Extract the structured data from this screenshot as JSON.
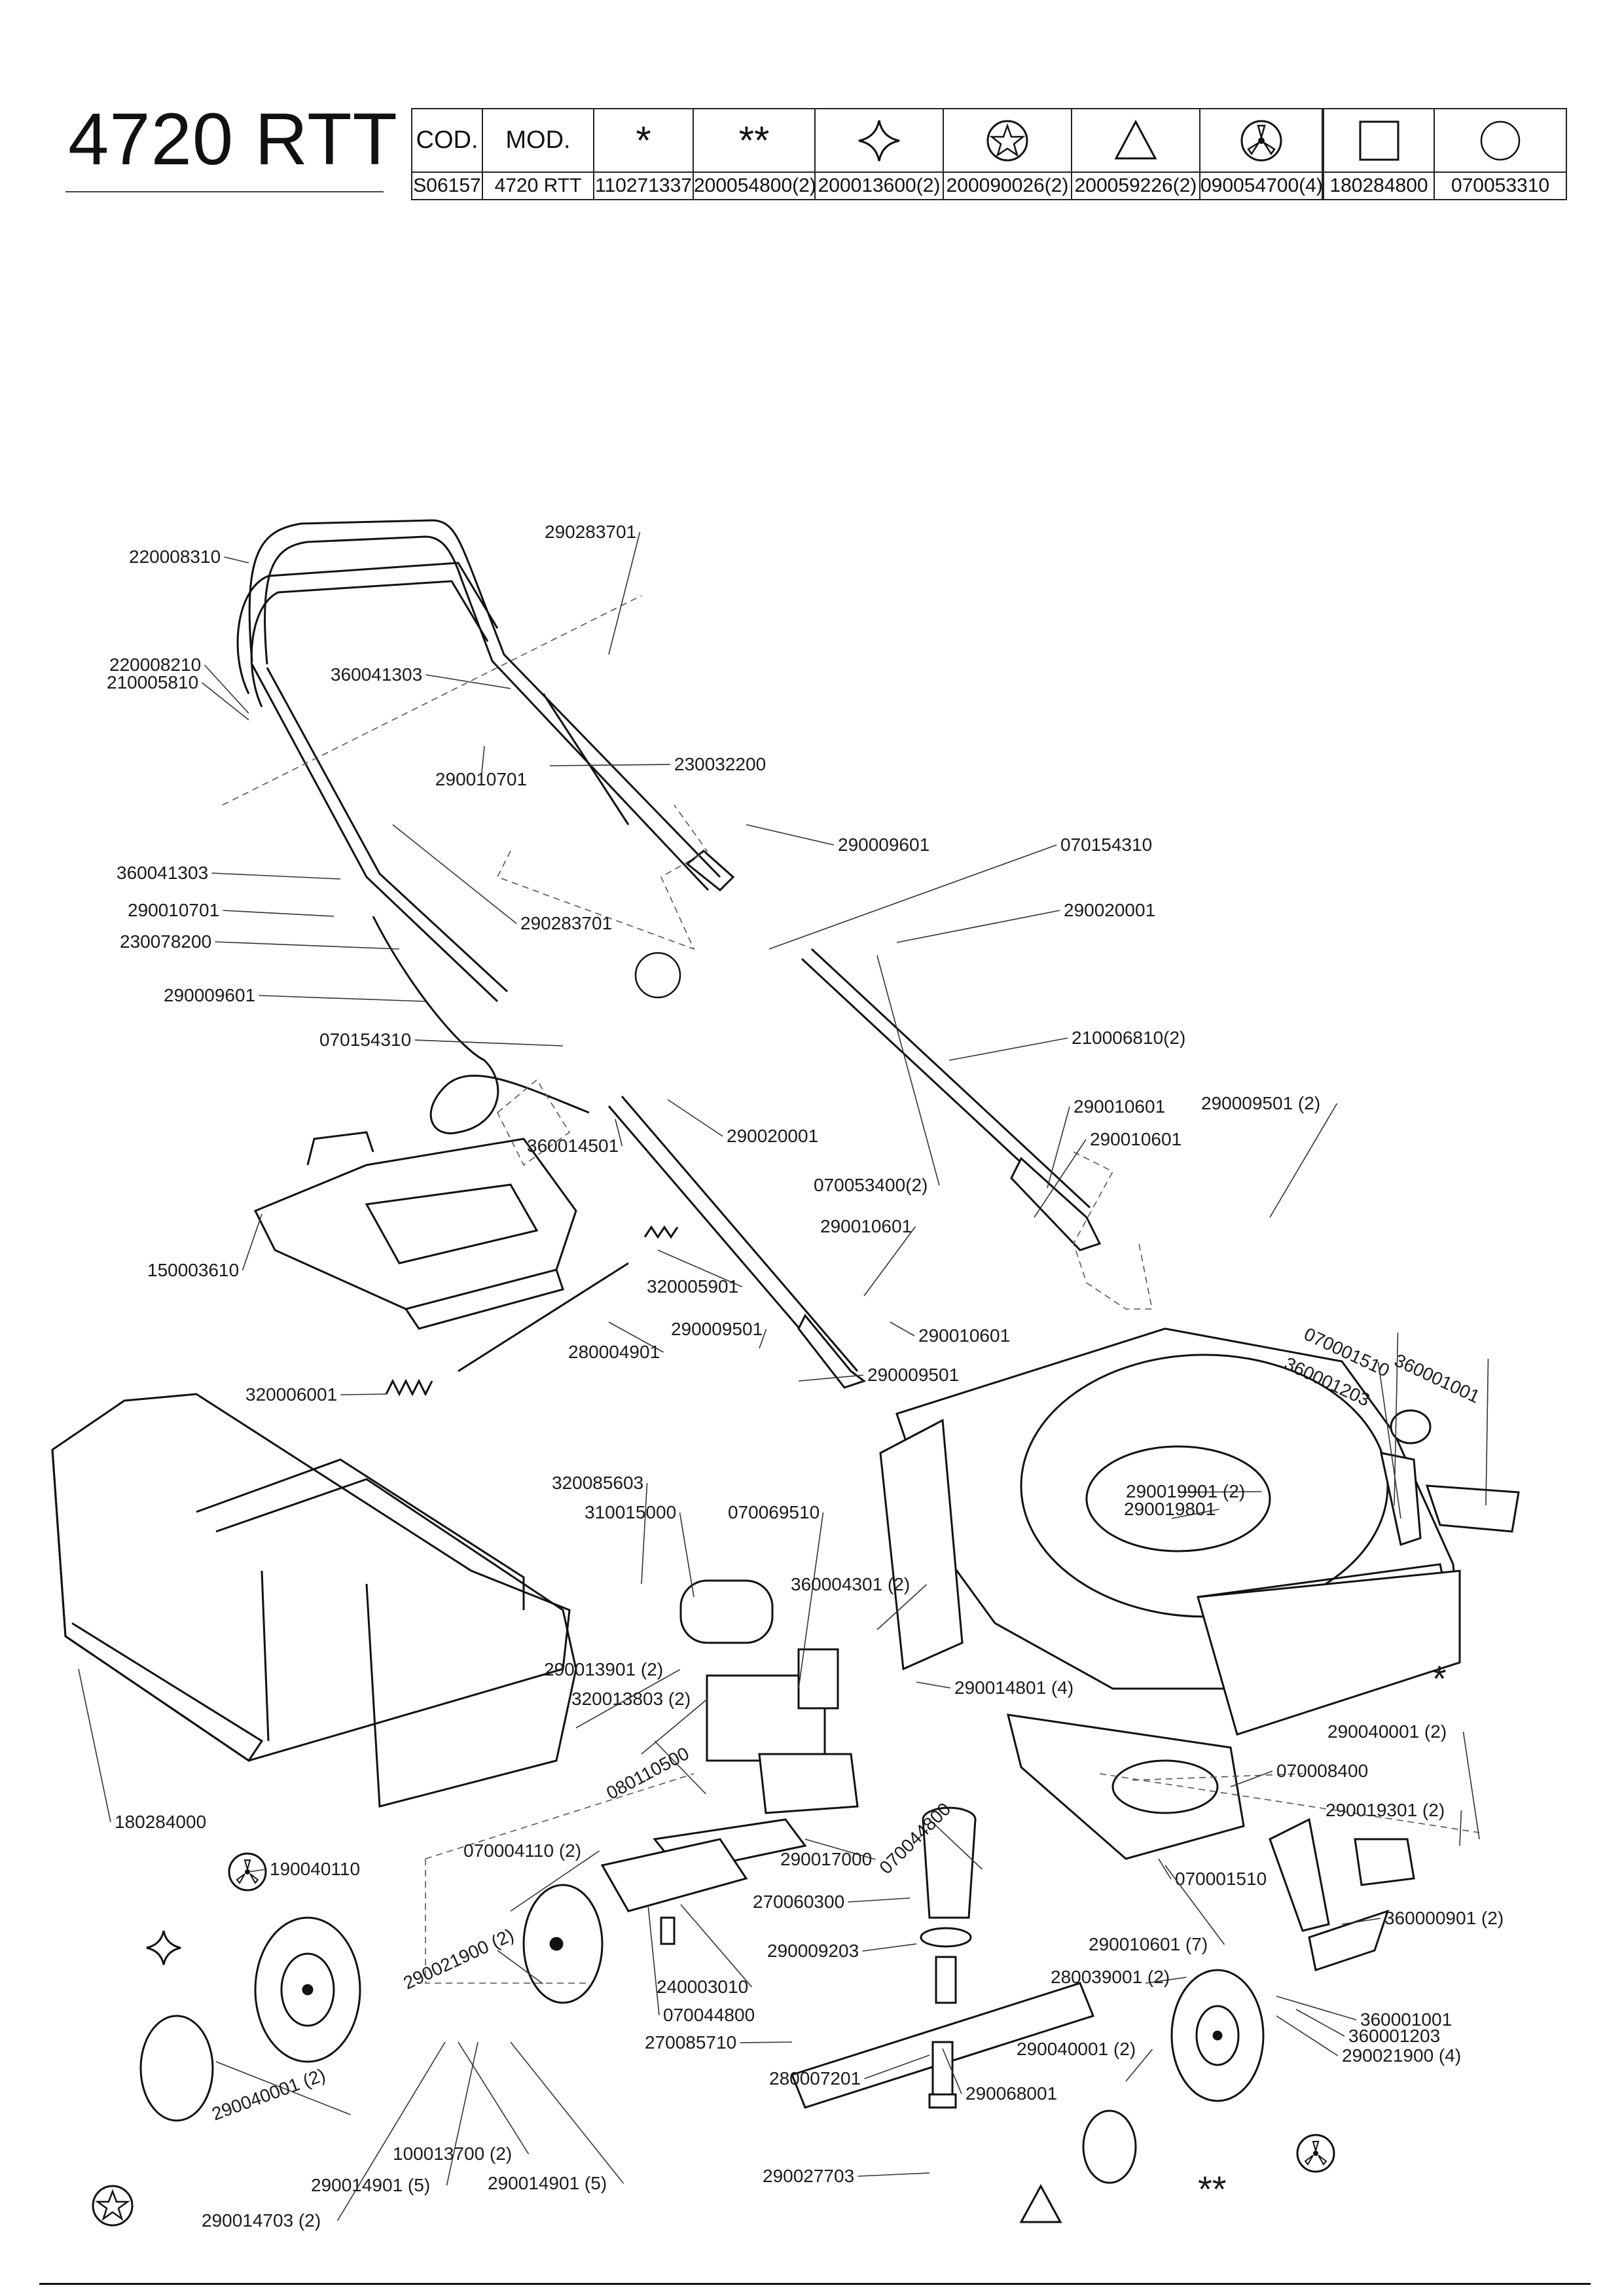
{
  "header": {
    "model_title": "4720 RTT",
    "table_columns": [
      "COD.",
      "MOD.",
      "*",
      "**",
      "4-point-star-symbol",
      "star-circle-symbol",
      "triangle-symbol",
      "tri-circle-symbol",
      "square-symbol",
      "circle-symbol"
    ],
    "cod_label": "COD.",
    "mod_label": "MOD.",
    "asterisk": "*",
    "double_asterisk": "**",
    "values": {
      "cod": "S06157",
      "mod": "4720 RTT",
      "asterisk": "110271337",
      "double_asterisk": "200054800(2)",
      "four_star": "200013600(2)",
      "star_circle": "200090026(2)",
      "triangle": "200059226(2)",
      "tri_circle": "090054700(4)",
      "square": "180284800",
      "circle": "070053310"
    }
  },
  "diagram": {
    "parts": [
      "220008310",
      "290283701",
      "220008210",
      "210005810",
      "360041303",
      "290010701",
      "230032200",
      "290009601",
      "070154310",
      "360041303",
      "290010701",
      "230078200",
      "290283701",
      "290020001",
      "290009601",
      "070154310",
      "210006810(2)",
      "360014501",
      "290020001",
      "290010601",
      "290009501 (2)",
      "290010601",
      "070053400(2)",
      "150003610",
      "290010601",
      "320005901",
      "290009501",
      "290010601",
      "280004901",
      "290009501",
      "070001510",
      "360001001",
      "360001203",
      "320006001",
      "320085603",
      "310015000",
      "070069510",
      "290019901 (2)",
      "290019801",
      "360004301 (2)",
      "290013901 (2)",
      "320013803 (2)",
      "290014801 (4)",
      "080110500",
      "070044800",
      "290040001 (2)",
      "070008400",
      "180284000",
      "190040110",
      "070004110 (2)",
      "290017000",
      "290019301 (2)",
      "070001510",
      "290021900 (2)",
      "270060300",
      "290010601 (7)",
      "360000901 (2)",
      "290009203",
      "240003010",
      "280039001 (2)",
      "360001001",
      "070044800",
      "360001203",
      "270085710",
      "290040001 (2)",
      "290021900 (4)",
      "290040001 (2)",
      "280007201",
      "290068001",
      "100013700 (2)",
      "290027703",
      "290014901 (5)",
      "290014901 (5)",
      "290014703 (2)"
    ],
    "symbols": {
      "asterisk": "*",
      "double_asterisk": "**"
    }
  }
}
